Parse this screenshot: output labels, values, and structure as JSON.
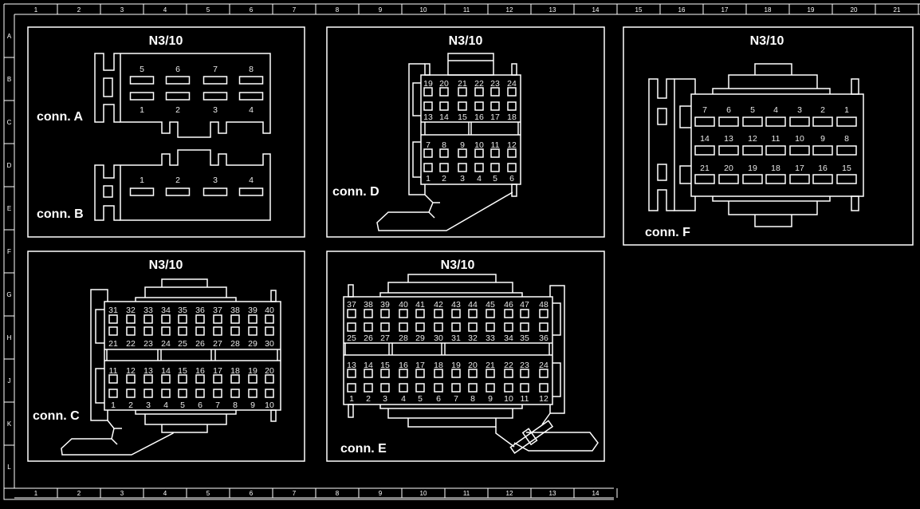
{
  "rulers": {
    "top_columns": [
      "1",
      "2",
      "3",
      "4",
      "5",
      "6",
      "7",
      "8",
      "9",
      "10",
      "11",
      "12",
      "13",
      "14",
      "15",
      "16",
      "17",
      "18",
      "19",
      "20",
      "21"
    ],
    "bottom_columns": [
      "1",
      "2",
      "3",
      "4",
      "5",
      "6",
      "7",
      "8",
      "9",
      "10",
      "11",
      "12",
      "13",
      "14"
    ],
    "rows": [
      "A",
      "B",
      "C",
      "D",
      "E",
      "F",
      "G",
      "H",
      "J",
      "K",
      "L"
    ]
  },
  "panels": {
    "ab": {
      "title": "N3/10"
    },
    "d": {
      "title": "N3/10"
    },
    "f": {
      "title": "N3/10"
    },
    "c": {
      "title": "N3/10"
    },
    "e": {
      "title": "N3/10"
    }
  },
  "connectors": {
    "A": {
      "label": "conn. A",
      "pin_rows": [
        [
          "5",
          "6",
          "7",
          "8"
        ],
        [
          "1",
          "2",
          "3",
          "4"
        ]
      ]
    },
    "B": {
      "label": "conn. B",
      "pin_rows": [
        [
          "1",
          "2",
          "3",
          "4"
        ]
      ]
    },
    "C": {
      "label": "conn. C",
      "pin_rows": [
        [
          "31",
          "32",
          "33",
          "34",
          "35",
          "36",
          "37",
          "38",
          "39",
          "40"
        ],
        [
          "21",
          "22",
          "23",
          "24",
          "25",
          "26",
          "27",
          "28",
          "29",
          "30"
        ],
        [
          "11",
          "12",
          "13",
          "14",
          "15",
          "16",
          "17",
          "18",
          "19",
          "20"
        ],
        [
          "1",
          "2",
          "3",
          "4",
          "5",
          "6",
          "7",
          "8",
          "9",
          "10"
        ]
      ]
    },
    "D": {
      "label": "conn. D",
      "pin_rows": [
        [
          "19",
          "20",
          "21",
          "22",
          "23",
          "24"
        ],
        [
          "13",
          "14",
          "15",
          "16",
          "17",
          "18"
        ],
        [
          "7",
          "8",
          "9",
          "10",
          "11",
          "12"
        ],
        [
          "1",
          "2",
          "3",
          "4",
          "5",
          "6"
        ]
      ]
    },
    "E": {
      "label": "conn. E",
      "pin_rows": [
        [
          "37",
          "38",
          "39",
          "40",
          "41",
          "42",
          "43",
          "44",
          "45",
          "46",
          "47",
          "48"
        ],
        [
          "25",
          "26",
          "27",
          "28",
          "29",
          "30",
          "31",
          "32",
          "33",
          "34",
          "35",
          "36"
        ],
        [
          "13",
          "14",
          "15",
          "16",
          "17",
          "18",
          "19",
          "20",
          "21",
          "22",
          "23",
          "24"
        ],
        [
          "1",
          "2",
          "3",
          "4",
          "5",
          "6",
          "7",
          "8",
          "9",
          "10",
          "11",
          "12"
        ]
      ]
    },
    "F": {
      "label": "conn. F",
      "pin_rows": [
        [
          "7",
          "6",
          "5",
          "4",
          "3",
          "2",
          "1"
        ],
        [
          "14",
          "13",
          "12",
          "11",
          "10",
          "9",
          "8"
        ],
        [
          "21",
          "20",
          "19",
          "18",
          "17",
          "16",
          "15"
        ]
      ]
    }
  },
  "colors": {
    "background": "#000000",
    "lines": "#ffffff"
  }
}
